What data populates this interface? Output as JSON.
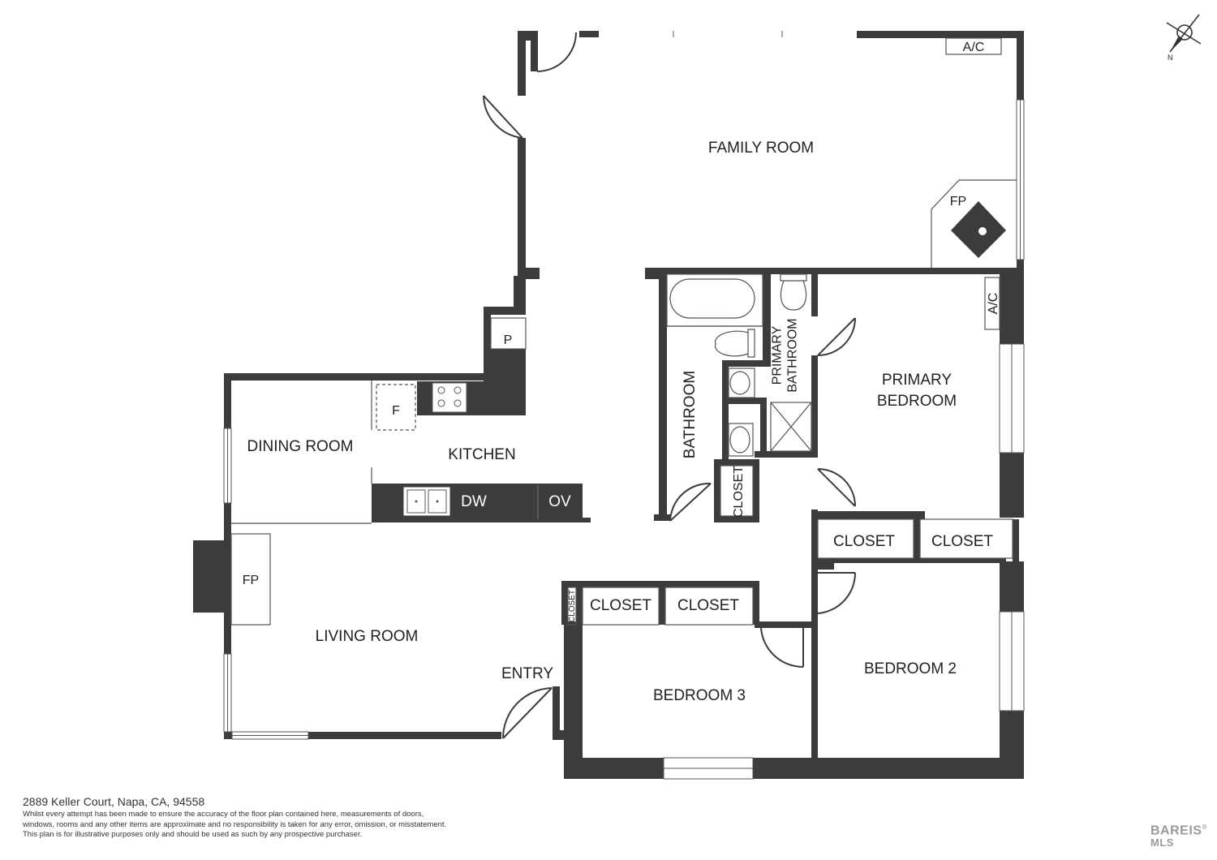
{
  "colors": {
    "wall": "#3c3c3c",
    "line": "#555555",
    "text": "#222222",
    "background": "#ffffff"
  },
  "rooms": {
    "family_room": "FAMILY ROOM",
    "primary_bedroom": "PRIMARY\nBEDROOM",
    "primary_bathroom": "PRIMARY\nBATHROOM",
    "bathroom": "BATHROOM",
    "dining_room": "DINING ROOM",
    "kitchen": "KITCHEN",
    "living_room": "LIVING ROOM",
    "entry": "ENTRY",
    "bedroom_3": "BEDROOM 3",
    "bedroom_2": "BEDROOM 2"
  },
  "closets": {
    "bath_closet": "CLOSET",
    "primary_closet_1": "CLOSET",
    "primary_closet_2": "CLOSET",
    "hall_closet_1": "CLOSET",
    "hall_closet_2": "CLOSET",
    "tiny_closet": "CLOSET"
  },
  "fixtures": {
    "ac_top": "A/C",
    "ac_primary": "A/C",
    "fireplace_family": "FP",
    "fireplace_living": "FP",
    "pantry": "P",
    "fridge": "F",
    "dishwasher": "DW",
    "oven": "OV"
  },
  "compass": {
    "label": "N",
    "icon": "north-compass-icon"
  },
  "footer": {
    "address": "2889 Keller Court, Napa, CA, 94558",
    "disclaimer_lines": [
      "Whilst every attempt has been made to ensure the accuracy of the floor plan contained here, measurements of doors,",
      "windows, rooms and any other items are approximate and no responsibility is taken for any error, omission, or misstatement.",
      "This plan is for illustrative purposes only and should be used as such by any prospective purchaser."
    ]
  },
  "logo": {
    "line1": "BAREIS",
    "line2": "MLS",
    "mark": "®"
  }
}
